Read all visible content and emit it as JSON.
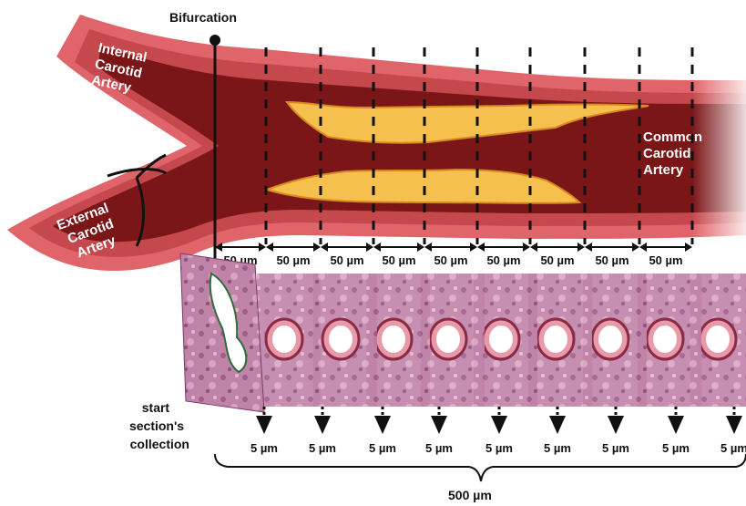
{
  "title": "Bifurcation",
  "vessels": {
    "internal": [
      "Internal",
      "Carotid",
      "Artery"
    ],
    "external": [
      "External",
      "Carotid",
      "Artery"
    ],
    "common": [
      "Common",
      "Carotid",
      "Artery"
    ]
  },
  "spacing_label": "50 µm",
  "spacing_count": 9,
  "section_label": "5 µm",
  "section_count": 9,
  "start_label": [
    "start",
    "section's",
    "collection"
  ],
  "total_label": "500 µm",
  "colors": {
    "vessel_wall_outer": "#e0656a",
    "vessel_wall_inner": "#b03a3d",
    "lumen": "#7a1518",
    "plaque": "#f5c04e",
    "plaque_edge": "#d98a1f",
    "histology": "#b7739e"
  }
}
